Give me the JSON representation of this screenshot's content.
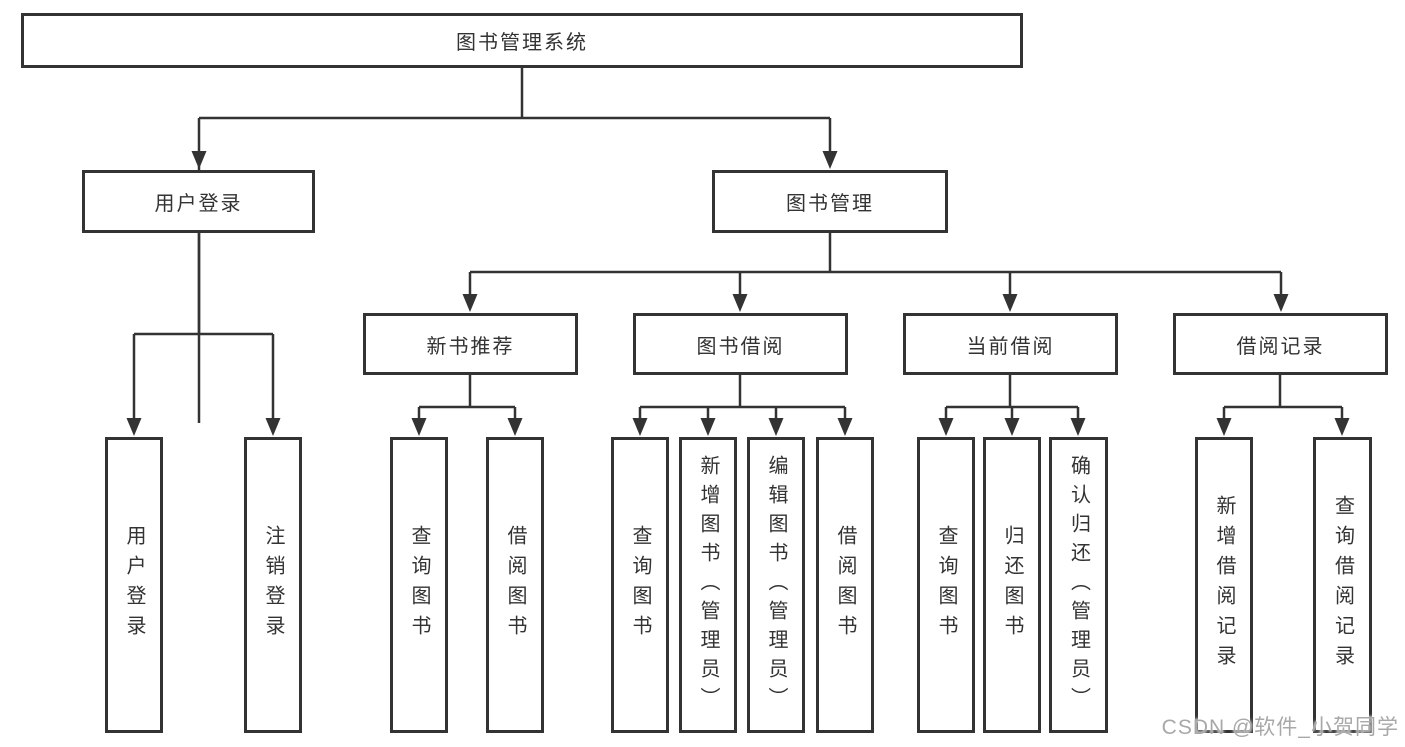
{
  "diagram": {
    "title": "图书管理系统",
    "children": [
      {
        "label": "用户登录",
        "children": [
          {
            "label": "用户登录"
          },
          {
            "label": "注销登录"
          }
        ]
      },
      {
        "label": "图书管理",
        "children": [
          {
            "label": "新书推荐",
            "children": [
              {
                "label": "查询图书"
              },
              {
                "label": "借阅图书"
              }
            ]
          },
          {
            "label": "图书借阅",
            "children": [
              {
                "label": "查询图书"
              },
              {
                "label": "新增图书（管理员）"
              },
              {
                "label": "编辑图书（管理员）"
              },
              {
                "label": "借阅图书"
              }
            ]
          },
          {
            "label": "当前借阅",
            "children": [
              {
                "label": "查询图书"
              },
              {
                "label": "归还图书"
              },
              {
                "label": "确认归还（管理员）"
              }
            ]
          },
          {
            "label": "借阅记录",
            "children": [
              {
                "label": "新增借阅记录"
              },
              {
                "label": "查询借阅记录"
              }
            ]
          }
        ]
      }
    ]
  },
  "watermark": {
    "text": "CSDN @软件_小贺同学"
  },
  "colors": {
    "line": "#333333",
    "box_border": "#333333",
    "text": "#333333",
    "background": "#ffffff",
    "watermark": "#a8a8a8"
  }
}
